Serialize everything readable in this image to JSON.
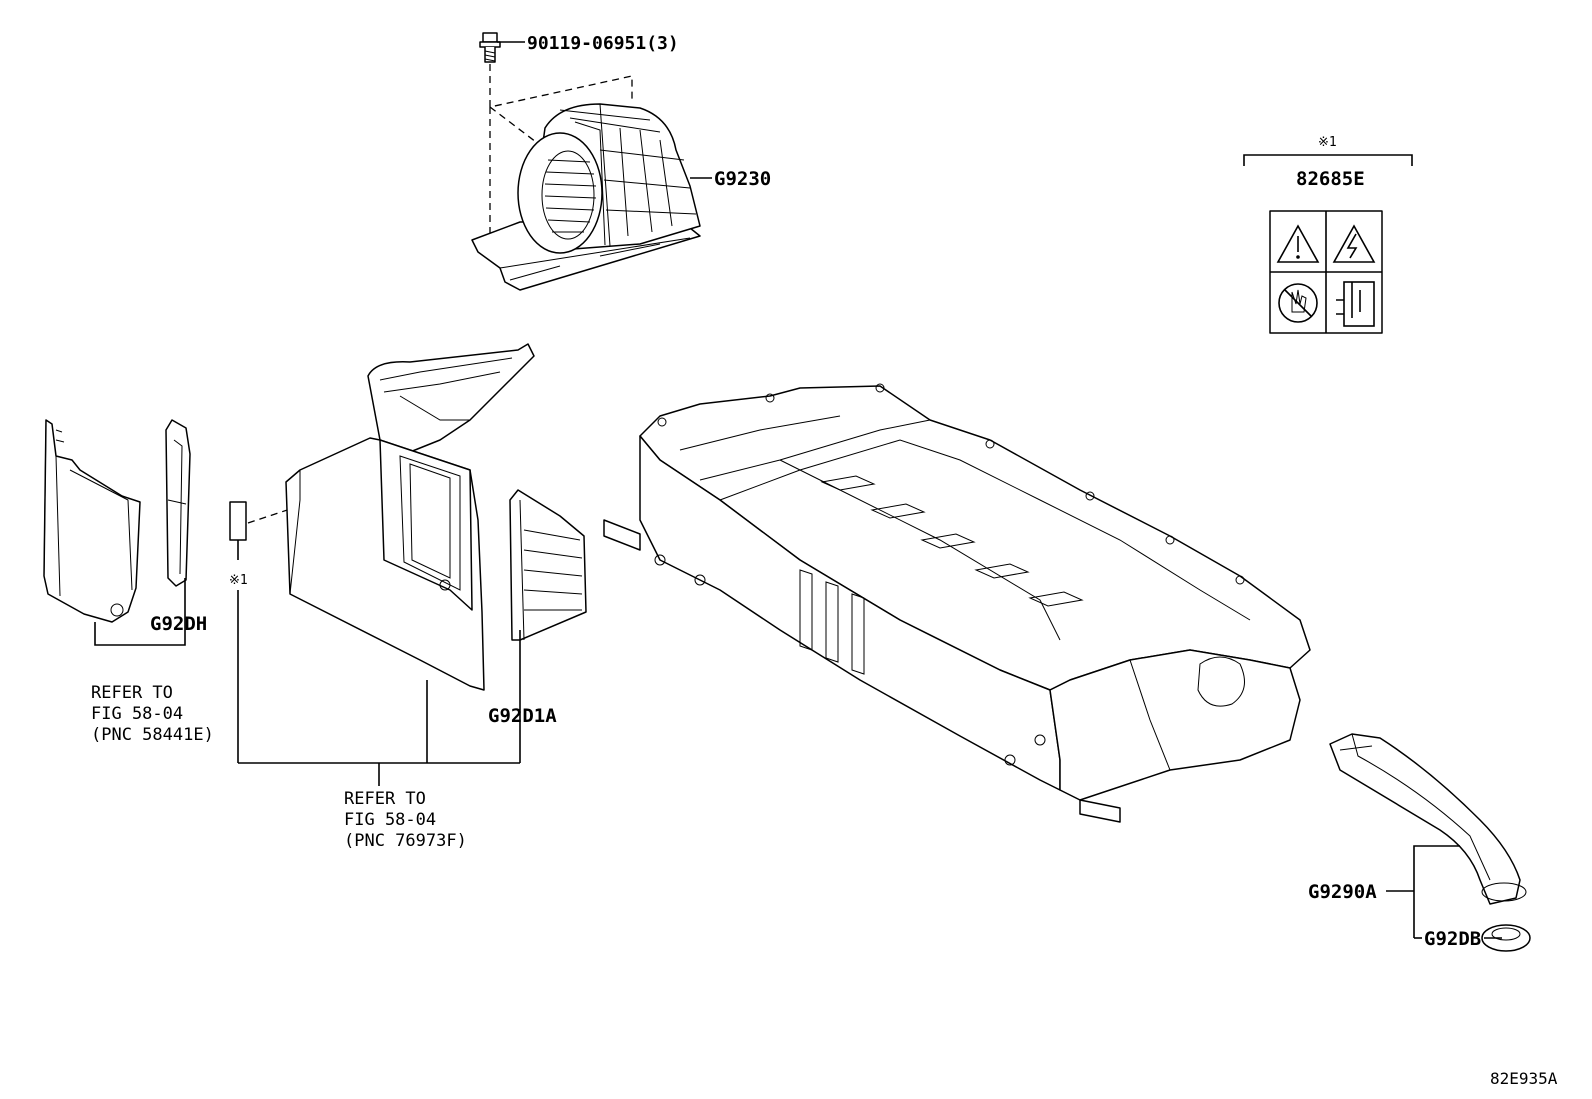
{
  "labels": {
    "bolt": "90119-06951(3)",
    "blower": "G9230",
    "cover_left": "G92DH",
    "duct": "G92D1A",
    "intake_duct": "G9290A",
    "grommet": "G92DB",
    "label_part": "82685E",
    "note_mark_top": "※1",
    "note_mark_left": "※1"
  },
  "refer_left": {
    "line1": "REFER TO",
    "line2": "FIG 58-04",
    "line3": "(PNC 58441E)"
  },
  "refer_center": {
    "line1": "REFER TO",
    "line2": "FIG 58-04",
    "line3": "(PNC 76973F)"
  },
  "figure_code": "82E935A",
  "icons": [
    "warning-triangle-icon",
    "high-voltage-icon",
    "no-touch-icon",
    "connector-icon"
  ]
}
